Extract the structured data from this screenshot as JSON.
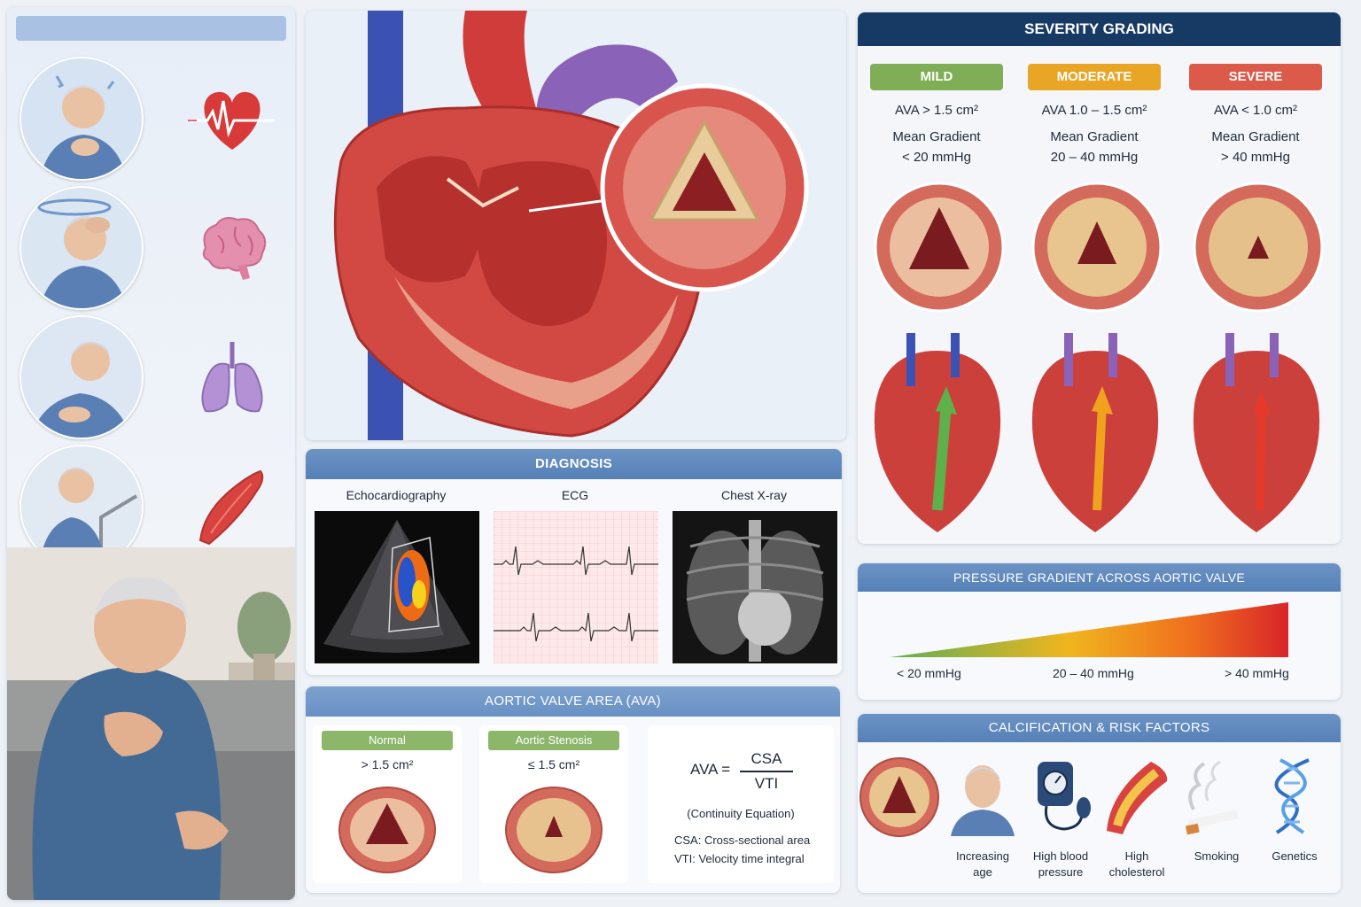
{
  "diagnosis": {
    "title": "DIAGNOSIS",
    "echo": "Echocardiography",
    "ecg": "ECG",
    "xray": "Chest X-ray"
  },
  "ava": {
    "title": "AORTIC VALVE AREA (AVA)",
    "normal_label": "Normal",
    "normal_value": "> 1.5 cm²",
    "stenosis_label": "Aortic Stenosis",
    "stenosis_value": "≤ 1.5 cm²",
    "formula_lhs": "AVA =",
    "formula_num": "CSA",
    "formula_den": "VTI",
    "formula_name": "(Continuity Equation)",
    "csa_def": "CSA: Cross-sectional area",
    "vti_def": "VTI:  Velocity time integral"
  },
  "severity": {
    "title": "SEVERITY GRADING",
    "grades": [
      {
        "label": "MILD",
        "ava": "AVA > 1.5 cm²",
        "grad_title": "Mean Gradient",
        "grad_value": "< 20 mmHg",
        "color": "#7fae57"
      },
      {
        "label": "MODERATE",
        "ava": "AVA 1.0 – 1.5 cm²",
        "grad_title": "Mean Gradient",
        "grad_value": "20 – 40 mmHg",
        "color": "#e9a526"
      },
      {
        "label": "SEVERE",
        "ava": "AVA < 1.0 cm²",
        "grad_title": "Mean Gradient",
        "grad_value": "> 40 mmHg",
        "color": "#dc5a4a"
      }
    ]
  },
  "pressure": {
    "title": "PRESSURE GRADIENT ACROSS AORTIC VALVE",
    "low": "< 20 mmHg",
    "mid": "20 – 40 mmHg",
    "high": "> 40 mmHg"
  },
  "risk": {
    "title": "CALCIFICATION & RISK FACTORS",
    "items": [
      {
        "label1": "Increasing",
        "label2": "age"
      },
      {
        "label1": "High blood",
        "label2": "pressure"
      },
      {
        "label1": "High",
        "label2": "cholesterol"
      },
      {
        "label1": "Smoking",
        "label2": ""
      },
      {
        "label1": "Genetics",
        "label2": ""
      }
    ]
  },
  "colors": {
    "header_dark": "#163a63",
    "header_blue": "#5f8abf",
    "tissue_red": "#d0423c",
    "valve_tan": "#e8c89a"
  },
  "icons": [
    "chest-pain-person",
    "heart-ecg-icon",
    "dizzy-person",
    "brain-icon",
    "breathless-person",
    "lungs-icon",
    "fatigue-person",
    "muscle-icon",
    "calcified-valve-icon",
    "elderly-face-icon",
    "blood-pressure-cuff-icon",
    "artery-plaque-icon",
    "cigarette-icon",
    "dna-icon"
  ]
}
